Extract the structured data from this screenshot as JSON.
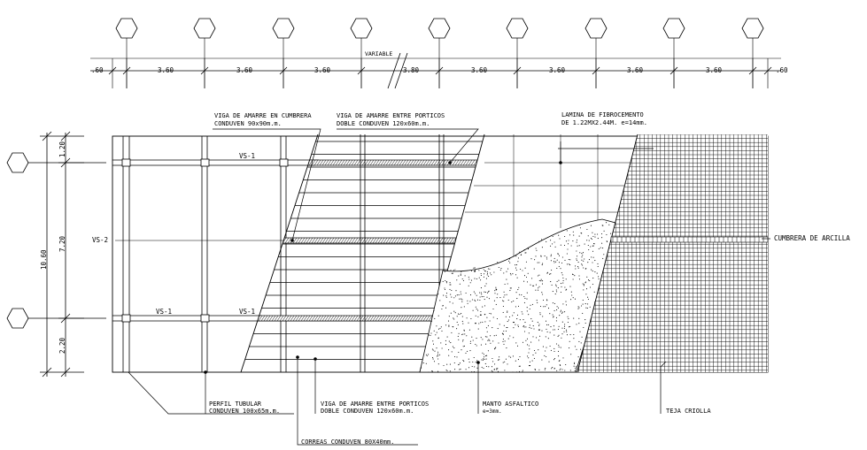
{
  "top_dimensions": {
    "grid_markers": [
      "",
      "",
      "",
      "",
      "",
      "",
      "",
      "",
      ""
    ],
    "values": [
      ".60",
      "3.60",
      "3.60",
      "3.60",
      "3.80",
      "3.60",
      "3.60",
      "3.60",
      "3.60",
      ".60"
    ],
    "variable_label": "VARIABLE"
  },
  "left_dimensions": {
    "total": "10.60",
    "segments": [
      "1.20",
      "7.20",
      "2.20"
    ]
  },
  "beam_labels": {
    "vs1_top": "VS-1",
    "vs1_bottom_left": "VS-1",
    "vs1_bottom_mid": "VS-1",
    "vs2": "VS-2"
  },
  "annotations": {
    "viga_cumbrera": [
      "VIGA DE AMARRE EN CUMBRERA",
      "CONDUVEN 90x90m.m."
    ],
    "viga_porticos_top": [
      "VIGA DE AMARRE ENTRE PORTICOS",
      "DOBLE CONDUVEN 120x60m.m."
    ],
    "lamina": [
      "LAMINA DE FIBROCEMENTO",
      "DE 1.22MX2.44M. e=14mm."
    ],
    "cumbrera_arcilla": "CUMBRERA DE ARCILLA",
    "perfil_tubular": [
      "PERFIL TUBULAR",
      "CONDUVEN 100x65m.m."
    ],
    "viga_porticos_bottom": [
      "VIGA DE AMARRE ENTRE PORTICOS",
      "DOBLE CONDUVEN 120x60m.m."
    ],
    "manto": [
      "MANTO ASFALTICO",
      "e=3mm."
    ],
    "teja": "TEJA CRIOLLA",
    "correas": "CORREAS CONDUVEN 80X40mm."
  }
}
